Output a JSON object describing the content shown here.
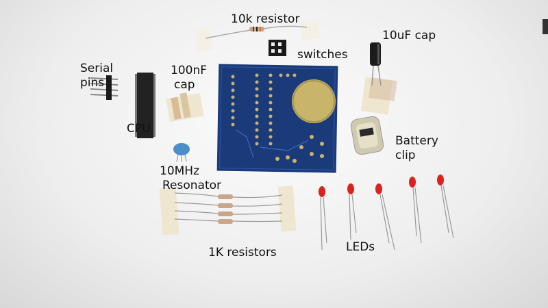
{
  "labels": {
    "resistor_10k": "10k resistor",
    "cap_10uf": "10uF cap",
    "switches": "switches",
    "serial_pins_1": "Serial",
    "serial_pins_2": "pins",
    "cap_100nf_1": "100nF",
    "cap_100nf_2": "cap",
    "cpu": "CPU",
    "battery_clip_1": "Battery",
    "battery_clip_2": "clip",
    "resonator_1": "10MHz",
    "resonator_2": "Resonator",
    "resistors_1k": "1K resistors",
    "leds": "LEDs"
  },
  "colors": {
    "pcb": "#1a3a7a",
    "pad": "#c9b56a",
    "led": "#d8231f",
    "tape": "#efe6d0",
    "resistor_body": "#c9a68a",
    "resonator": "#4a8fc9",
    "capacitor": "#1b1b1b"
  }
}
